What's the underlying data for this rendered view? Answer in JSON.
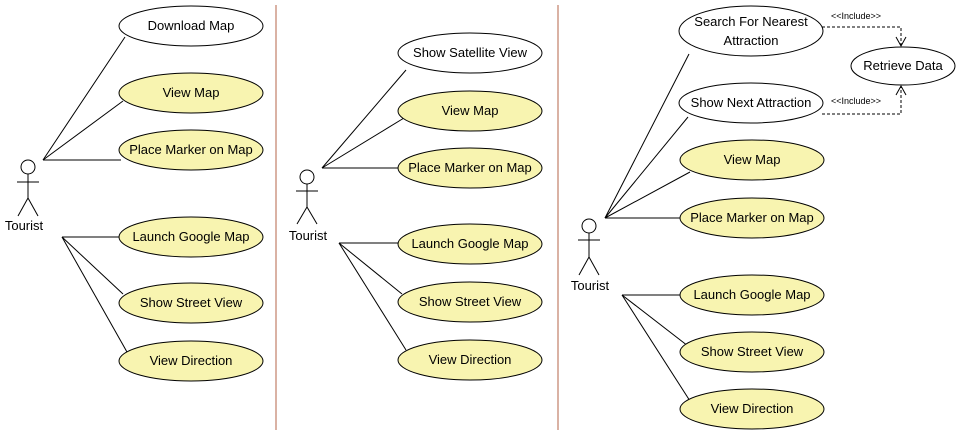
{
  "colors": {
    "background": "#ffffff",
    "separator": "#b5654a",
    "usecase_fill": "#f8f4b0",
    "usecase_plain_fill": "#ffffff",
    "stroke": "#000000"
  },
  "panels": [
    {
      "actor": {
        "label": "Tourist"
      },
      "use_cases": [
        {
          "label": "Download Map",
          "highlighted": false
        },
        {
          "label": "View Map",
          "highlighted": true
        },
        {
          "label": "Place Marker on Map",
          "highlighted": true
        },
        {
          "label": "Launch Google Map",
          "highlighted": true
        },
        {
          "label": "Show Street View",
          "highlighted": true
        },
        {
          "label": "View Direction",
          "highlighted": true
        }
      ]
    },
    {
      "actor": {
        "label": "Tourist"
      },
      "use_cases": [
        {
          "label": "Show Satellite View",
          "highlighted": false
        },
        {
          "label": "View Map",
          "highlighted": true
        },
        {
          "label": "Place Marker on Map",
          "highlighted": true
        },
        {
          "label": "Launch Google Map",
          "highlighted": true
        },
        {
          "label": "Show Street View",
          "highlighted": true
        },
        {
          "label": "View Direction",
          "highlighted": true
        }
      ]
    },
    {
      "actor": {
        "label": "Tourist"
      },
      "use_cases": [
        {
          "label_lines": [
            "Search For Nearest",
            "Attraction"
          ],
          "highlighted": false
        },
        {
          "label": "Show Next Attraction",
          "highlighted": false
        },
        {
          "label": "View Map",
          "highlighted": true
        },
        {
          "label": "Place Marker on Map",
          "highlighted": true
        },
        {
          "label": "Launch Google Map",
          "highlighted": true
        },
        {
          "label": "Show Street View",
          "highlighted": true
        },
        {
          "label": "View Direction",
          "highlighted": true
        }
      ],
      "included": {
        "label": "Retrieve Data"
      },
      "include_label": "<<Include>>"
    }
  ]
}
